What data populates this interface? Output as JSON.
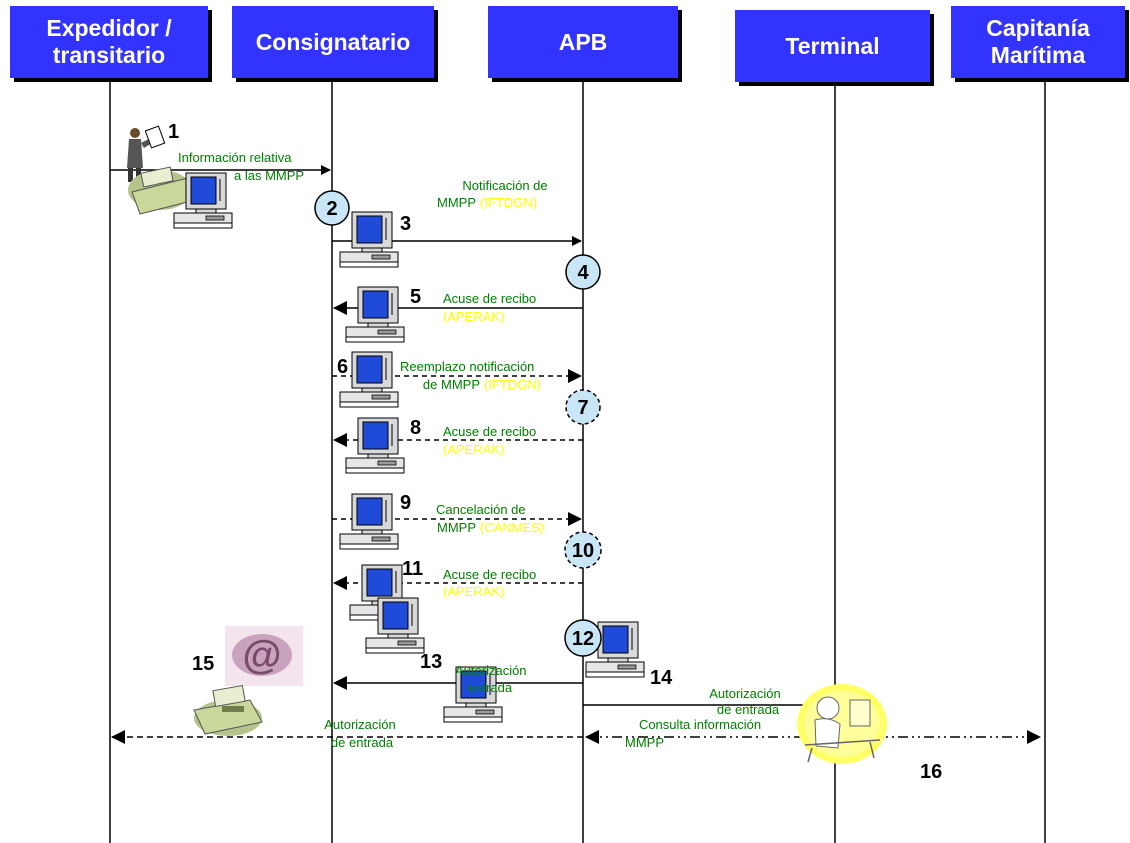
{
  "colors": {
    "actor_fill": "#3333ff",
    "actor_text": "#ffffff",
    "green_label": "#008000",
    "yellow_label": "#ffff00",
    "circle_fill": "#c8e6f5",
    "monitor_screen": "#1f4bd8"
  },
  "actors": [
    {
      "name": "Expedidor / transitario",
      "line1": "Expedidor /",
      "line2": "transitario"
    },
    {
      "name": "Consignatario",
      "line1": "Consignatario",
      "line2": ""
    },
    {
      "name": "APB",
      "line1": "APB",
      "line2": ""
    },
    {
      "name": "Terminal",
      "line1": "Terminal",
      "line2": ""
    },
    {
      "name": "Capitanía Marítima",
      "line1": "Capitanía",
      "line2": "Marítima"
    }
  ],
  "steps": {
    "s1": "1",
    "s2": "2",
    "s3": "3",
    "s4": "4",
    "s5": "5",
    "s6": "6",
    "s7": "7",
    "s8": "8",
    "s9": "9",
    "s10": "10",
    "s11": "11",
    "s12": "12",
    "s13": "13",
    "s14": "14",
    "s15": "15",
    "s16": "16"
  },
  "messages": {
    "m1_line1": "Información relativa",
    "m1_line2": "a las MMPP",
    "m3_line1": "Notificación de",
    "m3_line2": "MMPP",
    "m3_code": "(IFTDGN)",
    "m5_line1": "Acuse de recibo",
    "m5_code": "(APERAK)",
    "m6_line1": "Reemplazo notificación",
    "m6_line2": "de MMPP",
    "m6_code": "(IFTDGN)",
    "m8_line1": "Acuse de recibo",
    "m8_code": "(APERAK)",
    "m9_line1": "Cancelación de",
    "m9_line2": "MMPP",
    "m9_code": "(CANMES)",
    "m11_line1": "Acuse de recibo",
    "m11_code": "(APERAK)",
    "m13_line1": "Autorización",
    "m13_line2": "entrada",
    "m14_line1": "Autorización",
    "m14_line2": "de entrada",
    "m15_line1": "Autorización",
    "m15_line2": "de entrada",
    "m16_line1": "Consulta información",
    "m16_line2": "MMPP"
  }
}
